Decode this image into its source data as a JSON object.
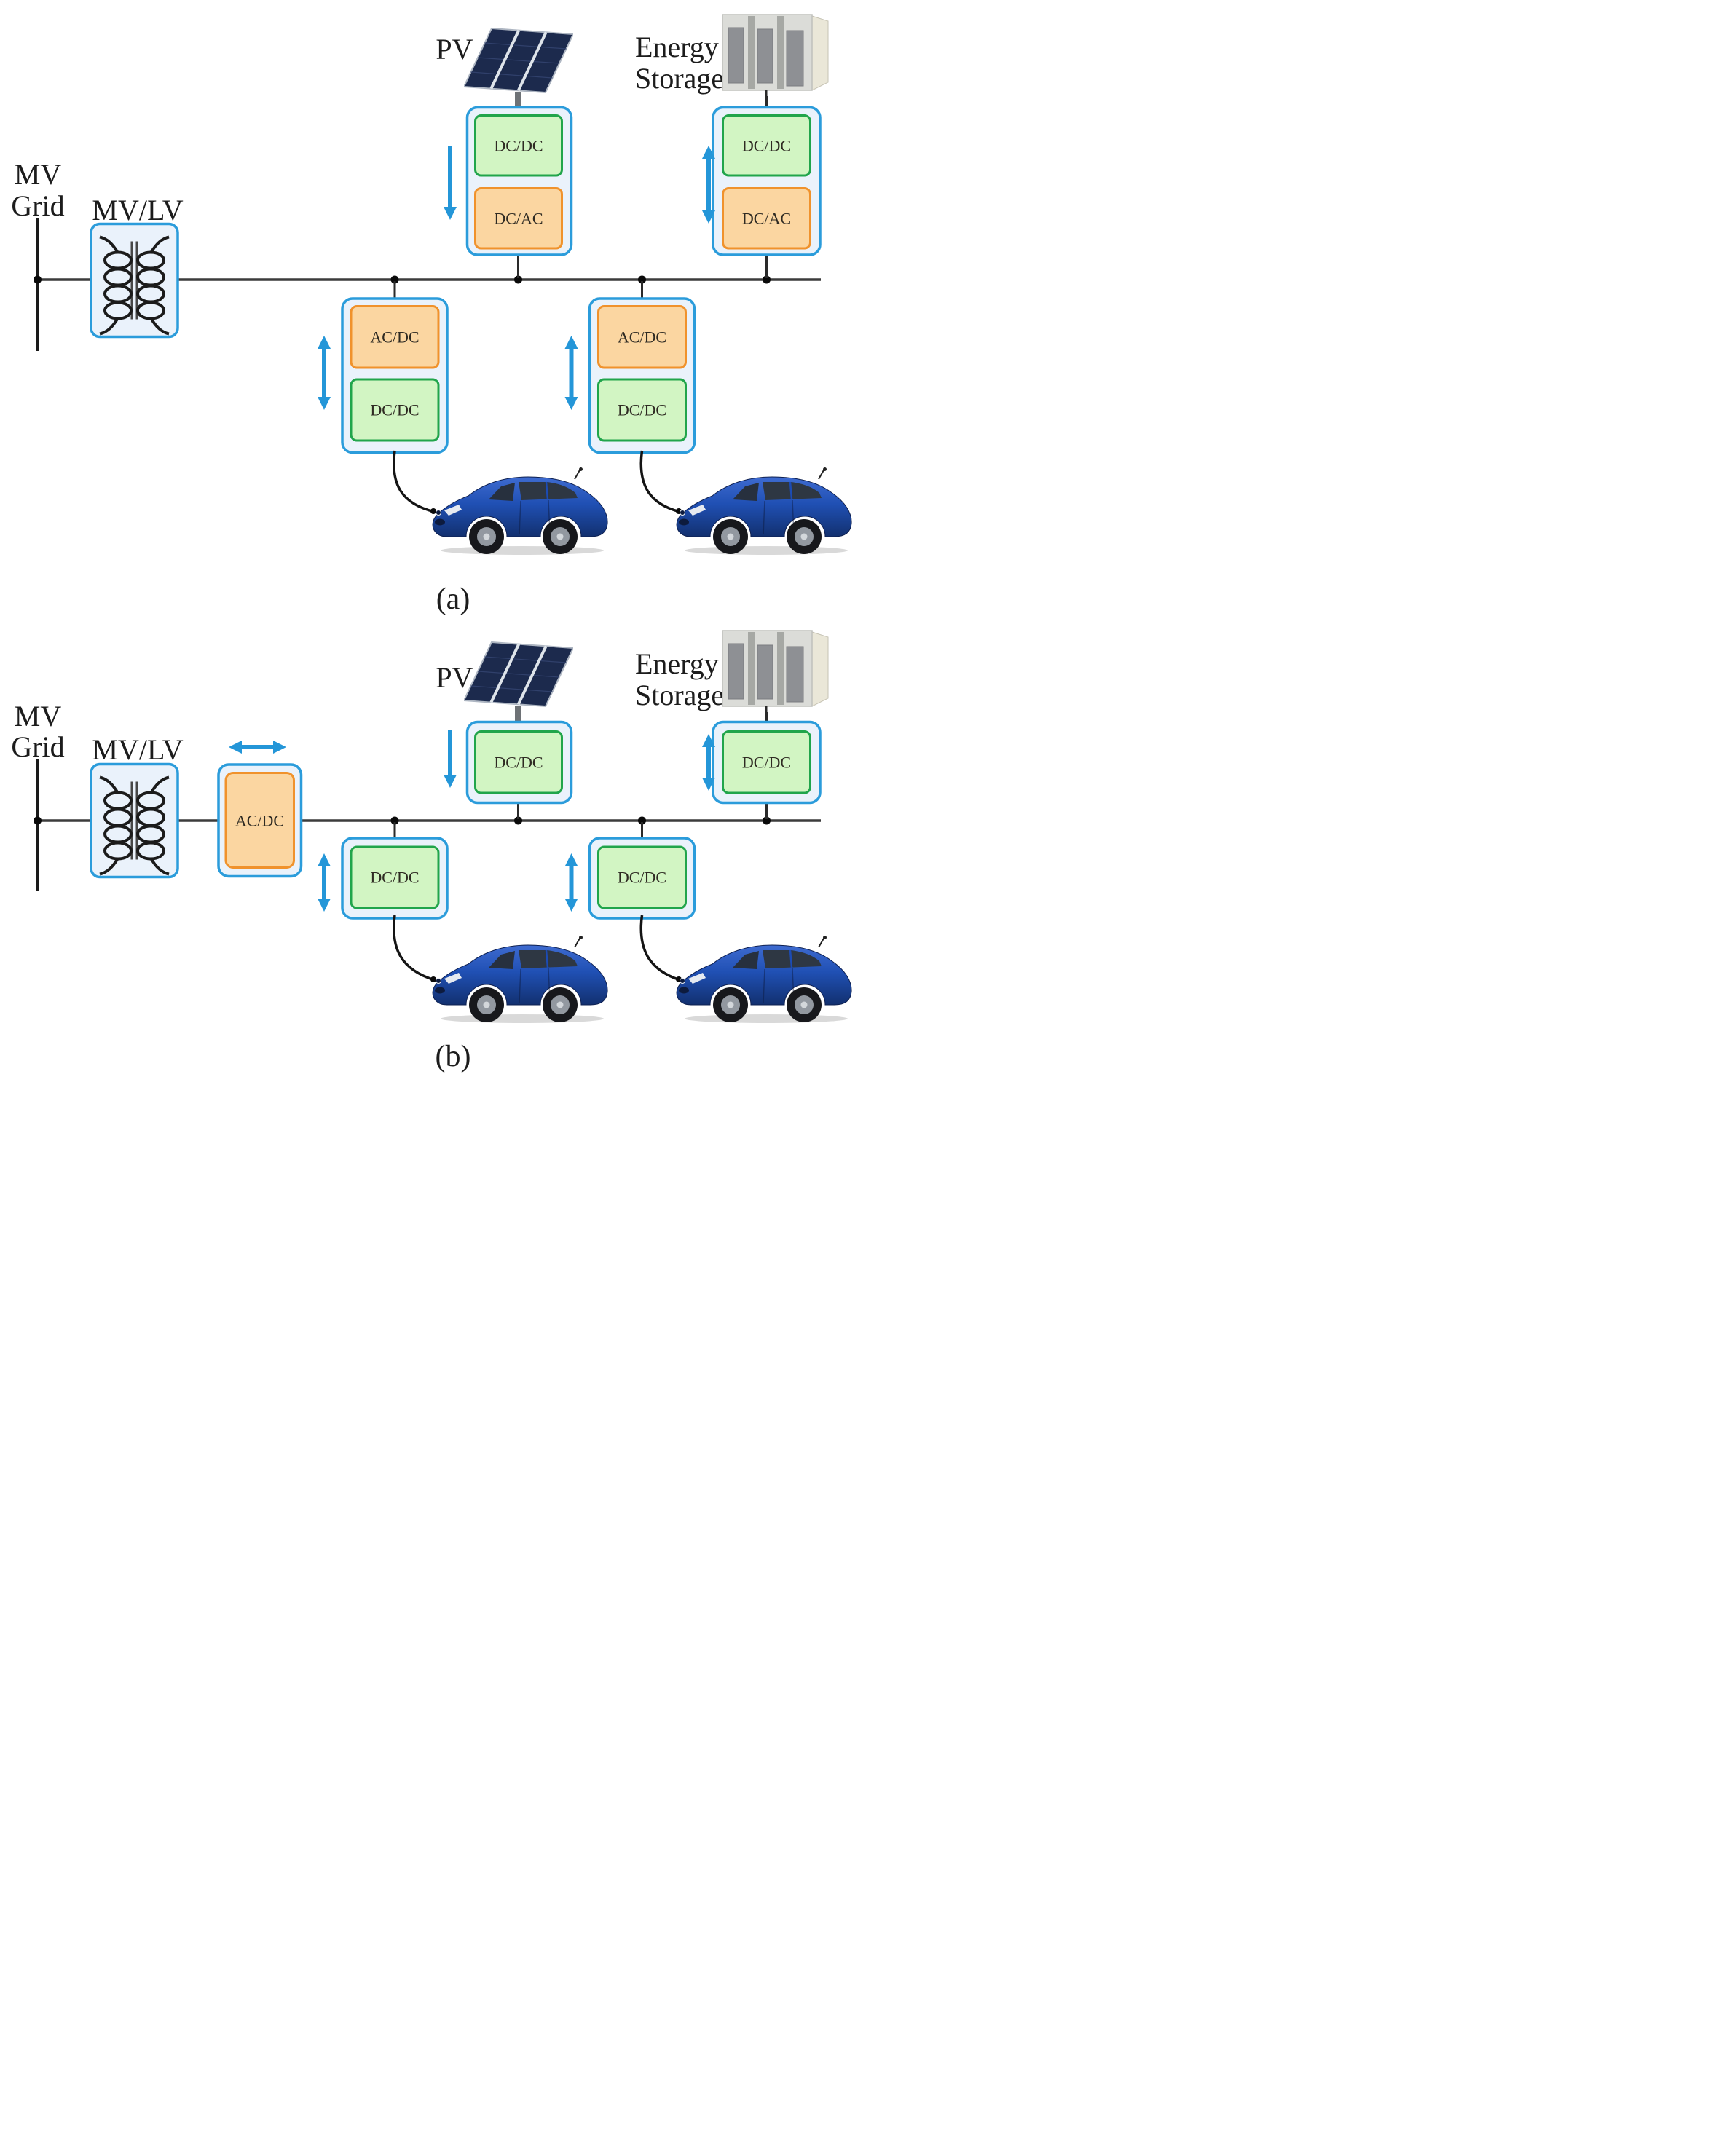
{
  "figure": {
    "caption_a": "(a)",
    "caption_b": "(b)"
  },
  "diagram_a": {
    "mv_grid_label": {
      "line1": "MV",
      "line2": "Grid"
    },
    "transformer_label": "MV/LV",
    "pv_label": "PV",
    "energy_storage_label": {
      "line1": "Energy",
      "line2": "Storage"
    },
    "pv_converter": {
      "top": "DC/DC",
      "bottom": "DC/AC"
    },
    "storage_converter": {
      "top": "DC/DC",
      "bottom": "DC/AC"
    },
    "ev_charger_1": {
      "top": "AC/DC",
      "bottom": "DC/DC"
    },
    "ev_charger_2": {
      "top": "AC/DC",
      "bottom": "DC/DC"
    }
  },
  "diagram_b": {
    "mv_grid_label": {
      "line1": "MV",
      "line2": "Grid"
    },
    "transformer_label": "MV/LV",
    "grid_converter": "AC/DC",
    "pv_label": "PV",
    "energy_storage_label": {
      "line1": "Energy",
      "line2": "Storage"
    },
    "pv_converter": "DC/DC",
    "storage_converter": "DC/DC",
    "ev_charger_1": "DC/DC",
    "ev_charger_2": "DC/DC"
  },
  "icons": {
    "solar_panel": "pv-array",
    "energy_storage": "battery-cabinet",
    "transformer": "two-winding-coil",
    "ev": "blue-hatchback-car",
    "arrows": [
      "down-arrow",
      "vertical-double-arrow",
      "horizontal-double-arrow"
    ]
  },
  "colors": {
    "container_border": "#2B9CDB",
    "container_fill": "#EAF2FB",
    "green_fill": "#D2F5C3",
    "green_border": "#21A54B",
    "orange_fill": "#FBD6A1",
    "orange_border": "#F0922C",
    "arrow_blue": "#2496D8",
    "wire": "#3C3C3C",
    "panel_navy": "#1C2A4D",
    "car_blue": "#2050B4"
  }
}
